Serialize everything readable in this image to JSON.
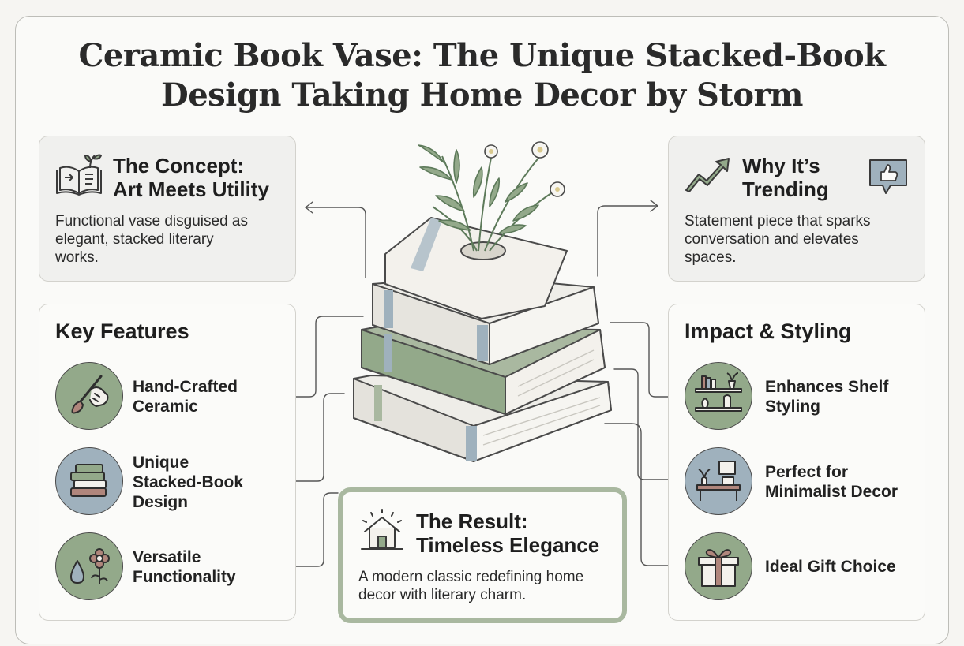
{
  "title": {
    "line1": "Ceramic Book Vase: The Unique Stacked-Book",
    "line2": "Design Taking Home Decor by Storm"
  },
  "concept": {
    "title_line1": "The Concept:",
    "title_line2": "Art Meets Utility",
    "body_line1": "Functional vase disguised as",
    "body_line2": "elegant, stacked literary",
    "body_line3": "works."
  },
  "trending": {
    "title_line1": "Why It’s",
    "title_line2": "Trending",
    "body_line1": "Statement piece that sparks",
    "body_line2": "conversation and elevates",
    "body_line3": "spaces."
  },
  "features": {
    "title": "Key Features",
    "items": [
      {
        "line1": "Hand-Crafted",
        "line2": "Ceramic",
        "icon": "paintbrush-hand-icon"
      },
      {
        "line1": "Unique",
        "line2": "Stacked-Book",
        "line3": "Design",
        "icon": "book-stack-icon"
      },
      {
        "line1": "Versatile",
        "line2": "Functionality",
        "icon": "water-drop-flower-icon"
      }
    ]
  },
  "impact": {
    "title": "Impact & Styling",
    "items": [
      {
        "line1": "Enhances Shelf",
        "line2": "Styling",
        "icon": "shelf-icon"
      },
      {
        "line1": "Perfect for",
        "line2": "Minimalist Decor",
        "icon": "minimalist-room-icon"
      },
      {
        "line1": "Ideal Gift Choice",
        "icon": "gift-icon"
      }
    ]
  },
  "result": {
    "title_line1": "The Result:",
    "title_line2": "Timeless Elegance",
    "body_line1": "A modern classic redefining home",
    "body_line2": "decor with literary charm."
  },
  "colors": {
    "sage": "#93a98a",
    "blue_gray": "#9fb1bd",
    "rose": "#b0867c",
    "frame": "#bdbdb8"
  }
}
